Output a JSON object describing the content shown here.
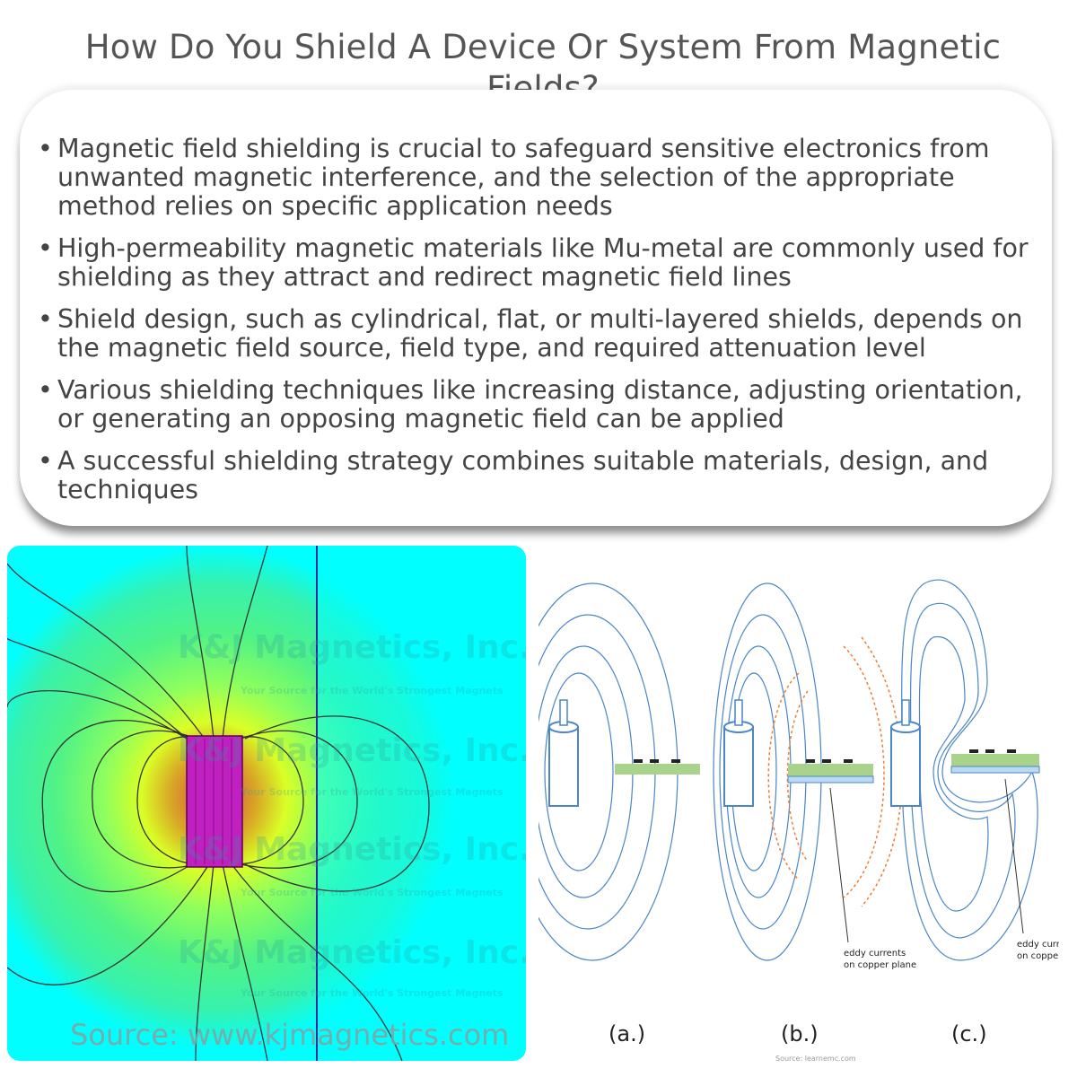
{
  "title": "How Do You Shield A Device Or System From Magnetic Fields?",
  "bullets": [
    "Magnetic field shielding is crucial to safeguard sensitive electronics from unwanted magnetic interference, and the selection of the appropriate method relies on specific application needs",
    "High-permeability magnetic materials like Mu-metal are commonly used for shielding as they attract and redirect magnetic field lines",
    "Shield design, such as cylindrical, flat, or multi-layered shields, depends on the magnetic field source, field type, and required attenuation level",
    "Various shielding techniques like increasing distance, adjusting orientation, or generating an opposing magnetic field can be applied",
    "A successful shielding strategy combines suitable materials, design, and techniques"
  ],
  "bullet_marker": "•",
  "left_image": {
    "source_text": "Source: www.kjmagnetics.com",
    "watermark_title": "K&J Magnetics, Inc.",
    "watermark_sub": "Your Source for the World's Strongest Magnets",
    "colors": {
      "background": "#00ffff",
      "magnet": "#c020c0"
    }
  },
  "right_image": {
    "labels": [
      "(a.)",
      "(b.)",
      "(c.)"
    ],
    "annotation_b": [
      "eddy currents",
      "on copper plane"
    ],
    "annotation_c": [
      "eddy currents",
      "on copper plane"
    ],
    "source_text": "Source: learnemc.com",
    "colors": {
      "field_line": "#4a86c8",
      "eddy": "#f07a30",
      "board": "#a9d28a",
      "copper": "#bcd9f2"
    }
  }
}
